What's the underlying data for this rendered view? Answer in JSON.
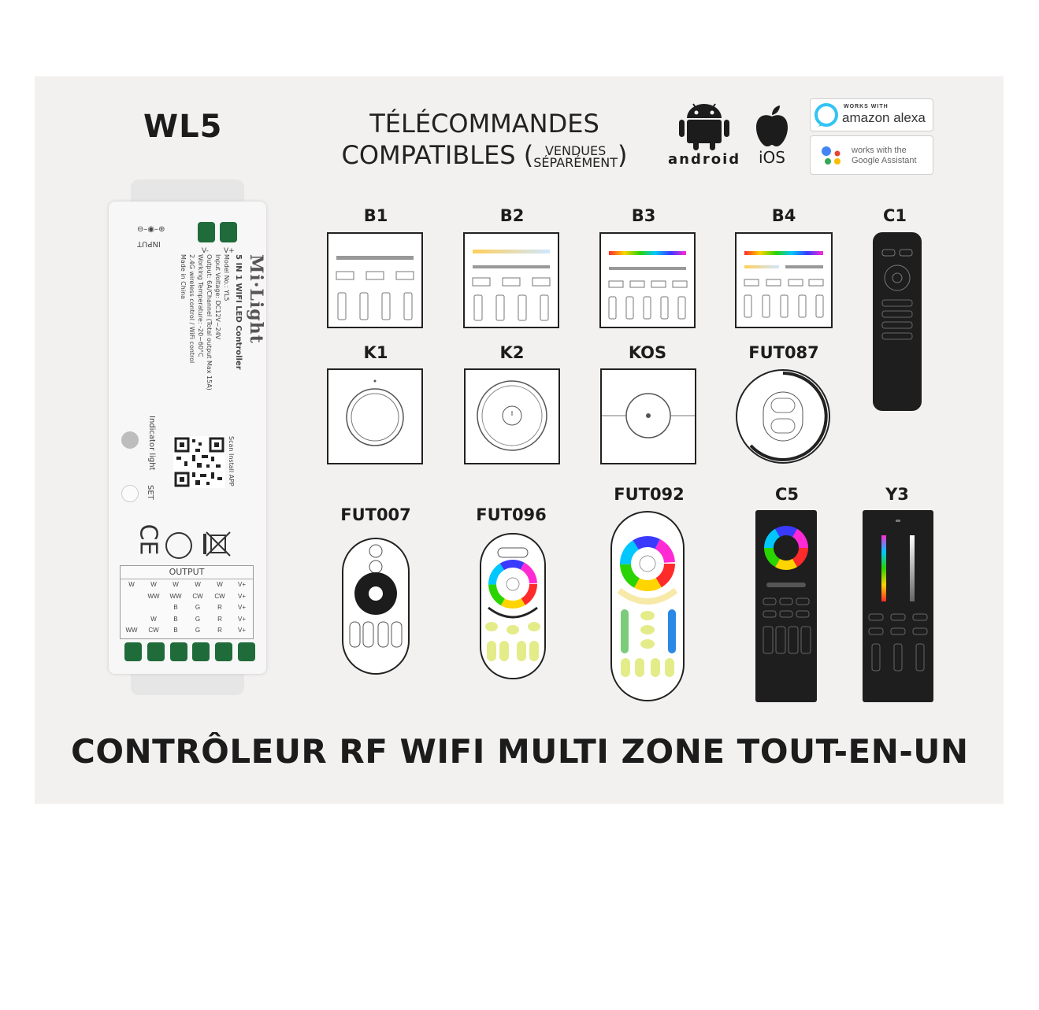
{
  "header": {
    "model": "WL5",
    "compat_line1": "TÉLÉCOMMANDES",
    "compat_line2": "COMPATIBLES (",
    "compat_small1": "VENDUES",
    "compat_small2": "SÉPARÉMENT",
    "compat_close": ")"
  },
  "platforms": {
    "android_label": "android",
    "ios_label": "iOS",
    "alexa_top": "WORKS WITH",
    "alexa_main": "amazon alexa",
    "google_line1": "works with the",
    "google_line2": "Google Assistant"
  },
  "controller": {
    "brand": "Mi·Light",
    "product": "5 IN 1 WIFI LED Controller",
    "spec1": "Model No.: YL5",
    "spec2": "Input Voltage: DC12V~24V",
    "spec3": "Output: 6A/Channel (Total output Max 15A)",
    "spec4": "Working Temperature: -20~60°C",
    "spec5": "2.4G wireless control / WiFi control",
    "spec6": "Made in China",
    "input_label": "INPUT",
    "vminus": "V-",
    "vplus": "V+",
    "indicator": "Indicator light",
    "set": "SET",
    "scan": "Scan Install APP",
    "ce": "CE",
    "output_label": "OUTPUT",
    "output_rows": [
      [
        "W",
        "W",
        "W",
        "W",
        "W",
        "V+"
      ],
      [
        "",
        "WW",
        "WW",
        "CW",
        "CW",
        "V+"
      ],
      [
        "",
        "",
        "B",
        "G",
        "R",
        "V+"
      ],
      [
        "",
        "",
        "W",
        "B",
        "G",
        "R",
        "V+"
      ],
      [
        "WW",
        "CW",
        "B",
        "G",
        "R",
        "V+"
      ]
    ]
  },
  "remotes": {
    "b1": "B1",
    "b2": "B2",
    "b3": "B3",
    "b4": "B4",
    "c1": "C1",
    "k1": "K1",
    "k2": "K2",
    "kos": "KOS",
    "fut087": "FUT087",
    "fut007": "FUT007",
    "fut096": "FUT096",
    "fut092": "FUT092",
    "c5": "C5",
    "y3": "Y3"
  },
  "footer": {
    "title": "CONTRÔLEUR RF WIFI MULTI ZONE TOUT-EN-UN"
  },
  "colors": {
    "panel_bg": "#f2f1f0",
    "text_dark": "#1c1c1c",
    "alexa_blue": "#31c4f3",
    "terminal_green": "#1f6b3a"
  }
}
